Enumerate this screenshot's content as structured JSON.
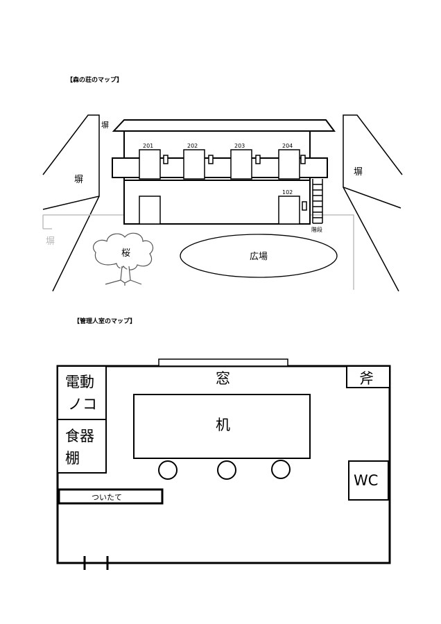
{
  "map1": {
    "title": "【森の荘のマップ】",
    "wall_labels": {
      "top": "塀",
      "left": "塀",
      "right": "塀",
      "bottom": "塀"
    },
    "rooms_upper": [
      "201",
      "202",
      "203",
      "204"
    ],
    "room_lower": "102",
    "stairs_label": "階段",
    "tree_label": "桜",
    "plaza_label": "広場"
  },
  "map2": {
    "title": "【管理人室のマップ】",
    "window_label": "窓",
    "axe_label": "斧",
    "saw_label_1": "電動",
    "saw_label_2": "ノコ",
    "shelf_label_1": "食器",
    "shelf_label_2": "棚",
    "desk_label": "机",
    "wc_label": "WC",
    "partition_label": "ついたて"
  }
}
